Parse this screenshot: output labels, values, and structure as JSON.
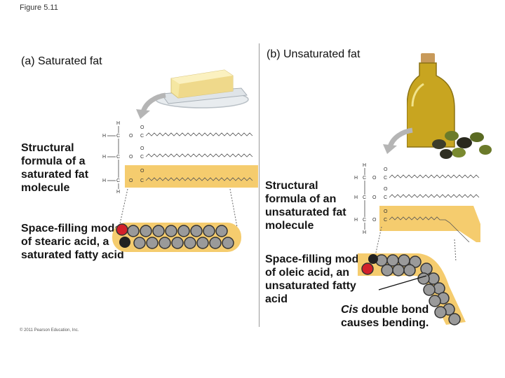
{
  "figure_label": "Figure 5.11",
  "panel_a": {
    "title": "(a) Saturated fat",
    "structural_label": "Structural formula of a saturated fat molecule",
    "spacefill_label": "Space-filling model of stearic acid, a saturated fatty acid"
  },
  "panel_b": {
    "title": "(b) Unsaturated fat",
    "structural_label": "Structural formula of an unsaturated fat molecule",
    "spacefill_label": "Space-filling model of oleic acid, an unsaturated fatty acid",
    "cis_label_italic": "Cis",
    "cis_label_rest": " double bond causes bending."
  },
  "copyright": "© 2011 Pearson Education, Inc.",
  "colors": {
    "highlight": "#f5cc6e",
    "butter": "#f3e39a",
    "oil": "#c8a520",
    "oxygen": "#d2202a",
    "carbon": "#9a9a9a"
  }
}
